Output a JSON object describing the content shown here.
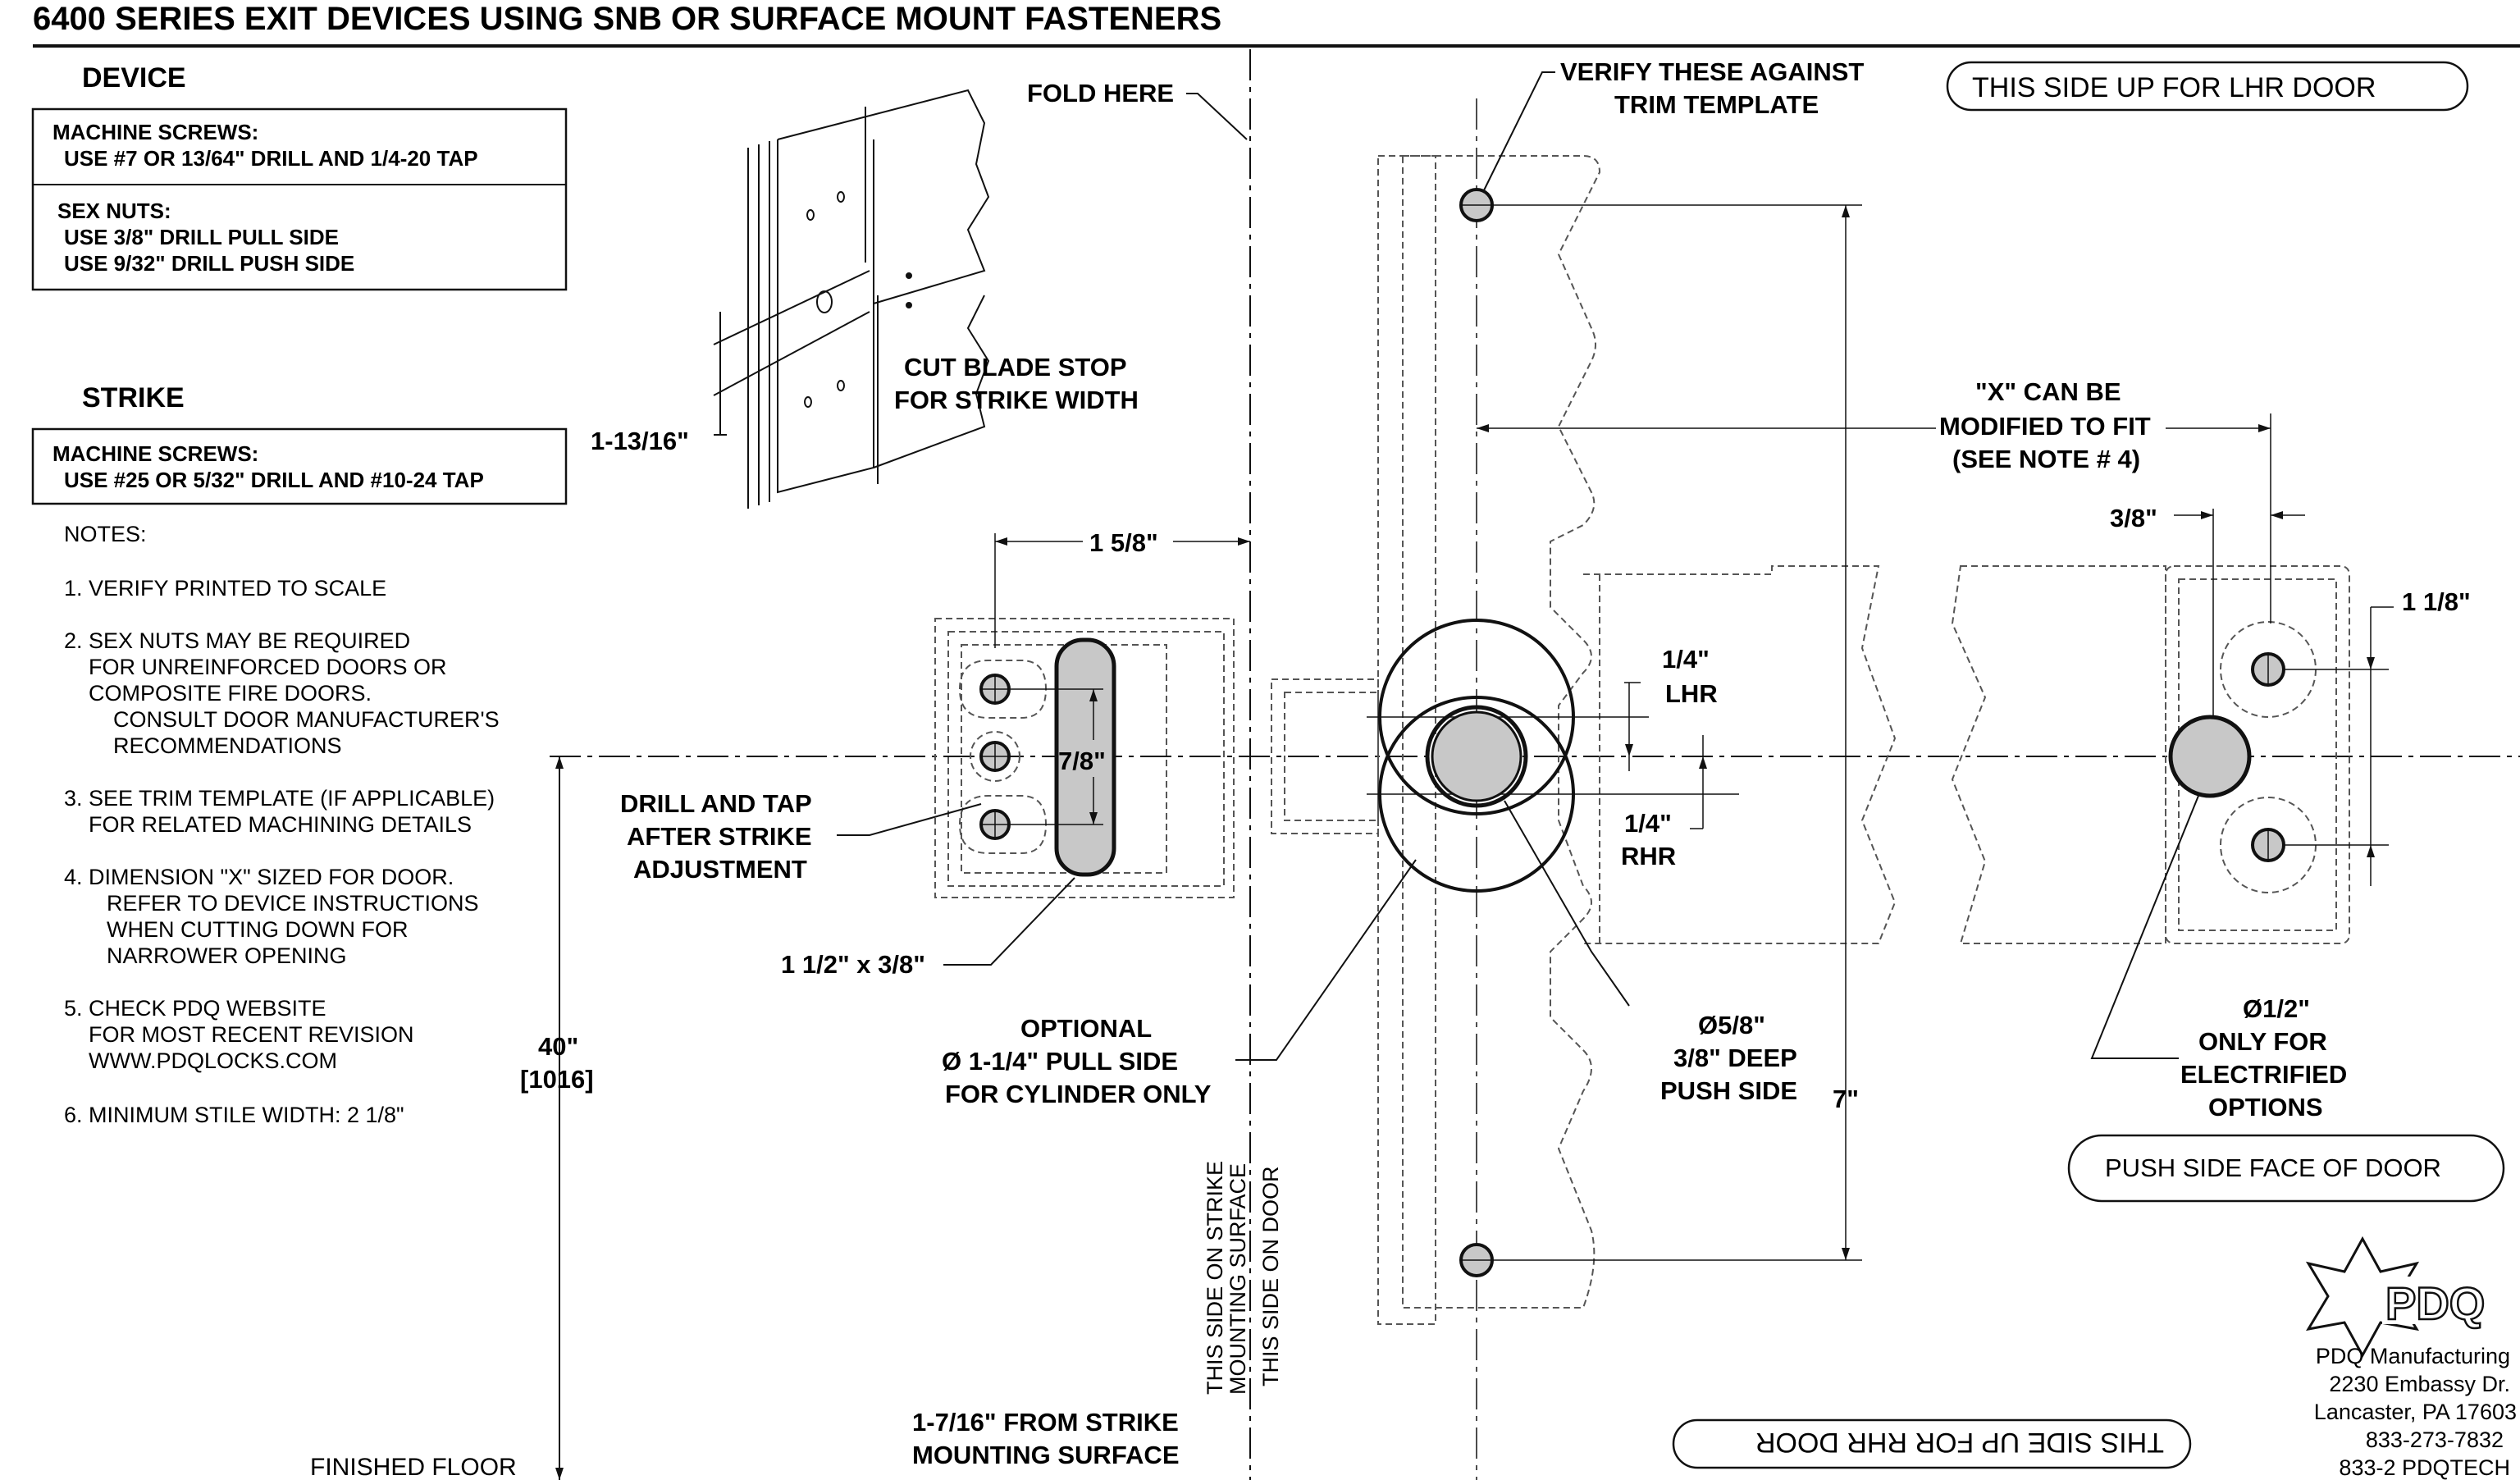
{
  "title": "6400 SERIES EXIT DEVICES USING SNB OR SURFACE MOUNT FASTENERS",
  "device": {
    "heading": "DEVICE",
    "machine_screws_title": "MACHINE SCREWS:",
    "machine_screws_line": "USE #7 OR 13/64\" DRILL AND 1/4-20 TAP",
    "sex_nuts_title": "SEX NUTS:",
    "sex_nuts_line1": "USE 3/8\" DRILL PULL SIDE",
    "sex_nuts_line2": "USE 9/32\" DRILL PUSH SIDE"
  },
  "strike": {
    "heading": "STRIKE",
    "machine_screws_title": "MACHINE SCREWS:",
    "machine_screws_line": "USE #25 OR 5/32\" DRILL AND #10-24 TAP"
  },
  "notes": {
    "heading": "NOTES:",
    "n1": "1. VERIFY PRINTED TO SCALE",
    "n2a": "2. SEX NUTS MAY BE REQUIRED",
    "n2b": "FOR UNREINFORCED DOORS OR",
    "n2c": "COMPOSITE FIRE DOORS.",
    "n2d": "CONSULT DOOR MANUFACTURER'S",
    "n2e": "RECOMMENDATIONS",
    "n3a": "3. SEE TRIM TEMPLATE (IF APPLICABLE)",
    "n3b": "FOR RELATED MACHINING DETAILS",
    "n4a": "4. DIMENSION \"X\" SIZED FOR DOOR.",
    "n4b": "REFER TO DEVICE INSTRUCTIONS",
    "n4c": "WHEN CUTTING DOWN FOR",
    "n4d": "NARROWER OPENING",
    "n5a": "5. CHECK PDQ WEBSITE",
    "n5b": "FOR MOST RECENT REVISION",
    "n5c": "WWW.PDQLOCKS.COM",
    "n6": "6. MINIMUM STILE WIDTH: 2 1/8\""
  },
  "labels": {
    "fold_here": "FOLD HERE",
    "verify_1": "VERIFY THESE AGAINST",
    "verify_2": "TRIM TEMPLATE",
    "lhr_side": "THIS SIDE UP FOR  LHR DOOR",
    "rhr_side": "THIS SIDE UP FOR  RHR DOOR",
    "cut_blade_1": "CUT BLADE STOP",
    "cut_blade_2": "FOR STRIKE WIDTH",
    "dim_1_13_16": "1-13/16\"",
    "x_can_be": "\"X\" CAN BE",
    "modified": "MODIFIED TO FIT",
    "see_note": "(SEE NOTE # 4)",
    "dim_3_8": "3/8\"",
    "dim_1_1_8": "1 1/8\"",
    "dim_1_5_8": "1 5/8\"",
    "dim_7_8": "7/8\"",
    "dim_1_4_lhr_a": "1/4\"",
    "dim_1_4_lhr_b": "LHR",
    "dim_1_4_rhr_a": "1/4\"",
    "dim_1_4_rhr_b": "RHR",
    "drill_tap_1": "DRILL AND TAP",
    "drill_tap_2": "AFTER STRIKE",
    "drill_tap_3": "ADJUSTMENT",
    "slot": "1 1/2\" x 3/8\"",
    "optional_1": "OPTIONAL",
    "optional_2": "Ø 1-1/4\" PULL SIDE",
    "optional_3": "FOR CYLINDER ONLY",
    "dia_5_8_1": "Ø5/8\"",
    "dia_5_8_2": "3/8\" DEEP",
    "dia_5_8_3": "PUSH SIDE",
    "dim_7": "7\"",
    "dia_1_2_1": "Ø1/2\"",
    "dia_1_2_2": "ONLY FOR",
    "dia_1_2_3": "ELECTRIFIED",
    "dia_1_2_4": "OPTIONS",
    "push_side_face": "PUSH SIDE FACE OF DOOR",
    "dim_40": "40\"",
    "dim_1016": "[1016]",
    "strike_surface_1": "THIS SIDE ON STRIKE",
    "strike_surface_2": "MOUNTING SURFACE",
    "on_door": "THIS SIDE ON DOOR",
    "dim_1_7_16_1": "1-7/16\" FROM STRIKE",
    "dim_1_7_16_2": "MOUNTING SURFACE",
    "finished_floor": "FINISHED FLOOR"
  },
  "company": {
    "logo_text": "PDQ",
    "name": "PDQ Manufacturing",
    "street": "2230 Embassy Dr.",
    "city": "Lancaster, PA 17603",
    "phone": "833-273-7832",
    "phone_alt": "833-2 PDQTECH"
  }
}
